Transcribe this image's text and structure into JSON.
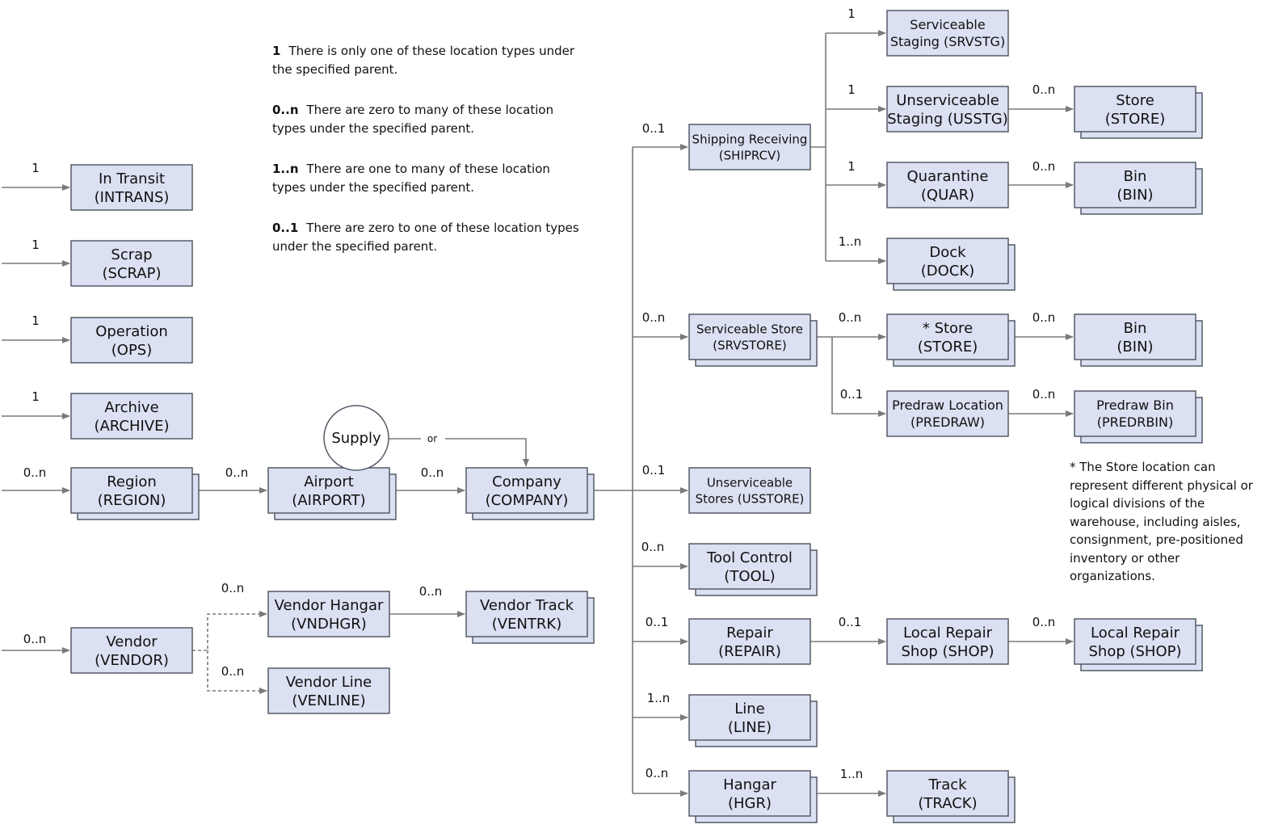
{
  "legend": [
    {
      "symbol": "1",
      "text": "There is only one of these location types under the specified parent."
    },
    {
      "symbol": "0..n",
      "text": "There are zero to many of these location types under the specified parent."
    },
    {
      "symbol": "1..n",
      "text": "There are one to many of these location types under the specified parent."
    },
    {
      "symbol": "0..1",
      "text": "There are zero to one of these location types under the specified parent."
    }
  ],
  "note": "* The Store location can represent different physical or logical divisions of the warehouse, including aisles, consignment, pre-positioned inventory or other organizations.",
  "supply": {
    "label": "Supply",
    "or_label": "or"
  },
  "boxes": {
    "intrans": [
      "In Transit",
      "(INTRANS)"
    ],
    "scrap": [
      "Scrap",
      "(SCRAP)"
    ],
    "ops": [
      "Operation",
      "(OPS)"
    ],
    "archive": [
      "Archive",
      "(ARCHIVE)"
    ],
    "region": [
      "Region",
      "(REGION)"
    ],
    "airport": [
      "Airport",
      "(AIRPORT)"
    ],
    "company": [
      "Company",
      "(COMPANY)"
    ],
    "vendor": [
      "Vendor",
      "(VENDOR)"
    ],
    "vndhgr": [
      "Vendor Hangar",
      "(VNDHGR)"
    ],
    "ventrk": [
      "Vendor Track",
      "(VENTRK)"
    ],
    "venline": [
      "Vendor Line",
      "(VENLINE)"
    ],
    "shiprcv": [
      "Shipping Receiving",
      "(SHIPRCV)"
    ],
    "srvstore": [
      "Serviceable Store",
      "(SRVSTORE)"
    ],
    "usstore": [
      "Unserviceable",
      "Stores (USSTORE)"
    ],
    "tool": [
      "Tool Control",
      "(TOOL)"
    ],
    "repair": [
      "Repair",
      "(REPAIR)"
    ],
    "line": [
      "Line",
      "(LINE)"
    ],
    "hgr": [
      "Hangar",
      "(HGR)"
    ],
    "srvstg": [
      "Serviceable",
      "Staging (SRVSTG)"
    ],
    "usstg": [
      "Unserviceable",
      "Staging (USSTG)"
    ],
    "quar": [
      "Quarantine",
      "(QUAR)"
    ],
    "dock": [
      "Dock",
      "(DOCK)"
    ],
    "store_star": [
      "* Store",
      "(STORE)"
    ],
    "predraw": [
      "Predraw Location",
      "(PREDRAW)"
    ],
    "shop1": [
      "Local Repair",
      "Shop (SHOP)"
    ],
    "track": [
      "Track",
      "(TRACK)"
    ],
    "store2": [
      "Store",
      "(STORE)"
    ],
    "bin1": [
      "Bin",
      "(BIN)"
    ],
    "bin2": [
      "Bin",
      "(BIN)"
    ],
    "predrbin": [
      "Predraw Bin",
      "(PREDRBIN)"
    ],
    "shop2": [
      "Local Repair",
      "Shop (SHOP)"
    ]
  },
  "multiplicities": {
    "intrans": "1",
    "scrap": "1",
    "ops": "1",
    "archive": "1",
    "region": "0..n",
    "airport": "0..n",
    "company": "0..n",
    "vendor": "0..n",
    "vndhgr": "0..n",
    "ventrk": "0..n",
    "venline": "0..n",
    "shiprcv": "0..1",
    "srvstore": "0..n",
    "usstore": "0..1",
    "tool": "0..n",
    "repair": "0..1",
    "line": "1..n",
    "hgr": "0..n",
    "srvstg": "1",
    "usstg": "1",
    "quar": "1",
    "dock": "1..n",
    "store_star": "0..n",
    "predraw": "0..1",
    "shop1": "0..1",
    "track": "1..n",
    "store2": "0..n",
    "bin1": "0..n",
    "bin2": "0..n",
    "predrbin": "0..n",
    "shop2": "0..n"
  }
}
